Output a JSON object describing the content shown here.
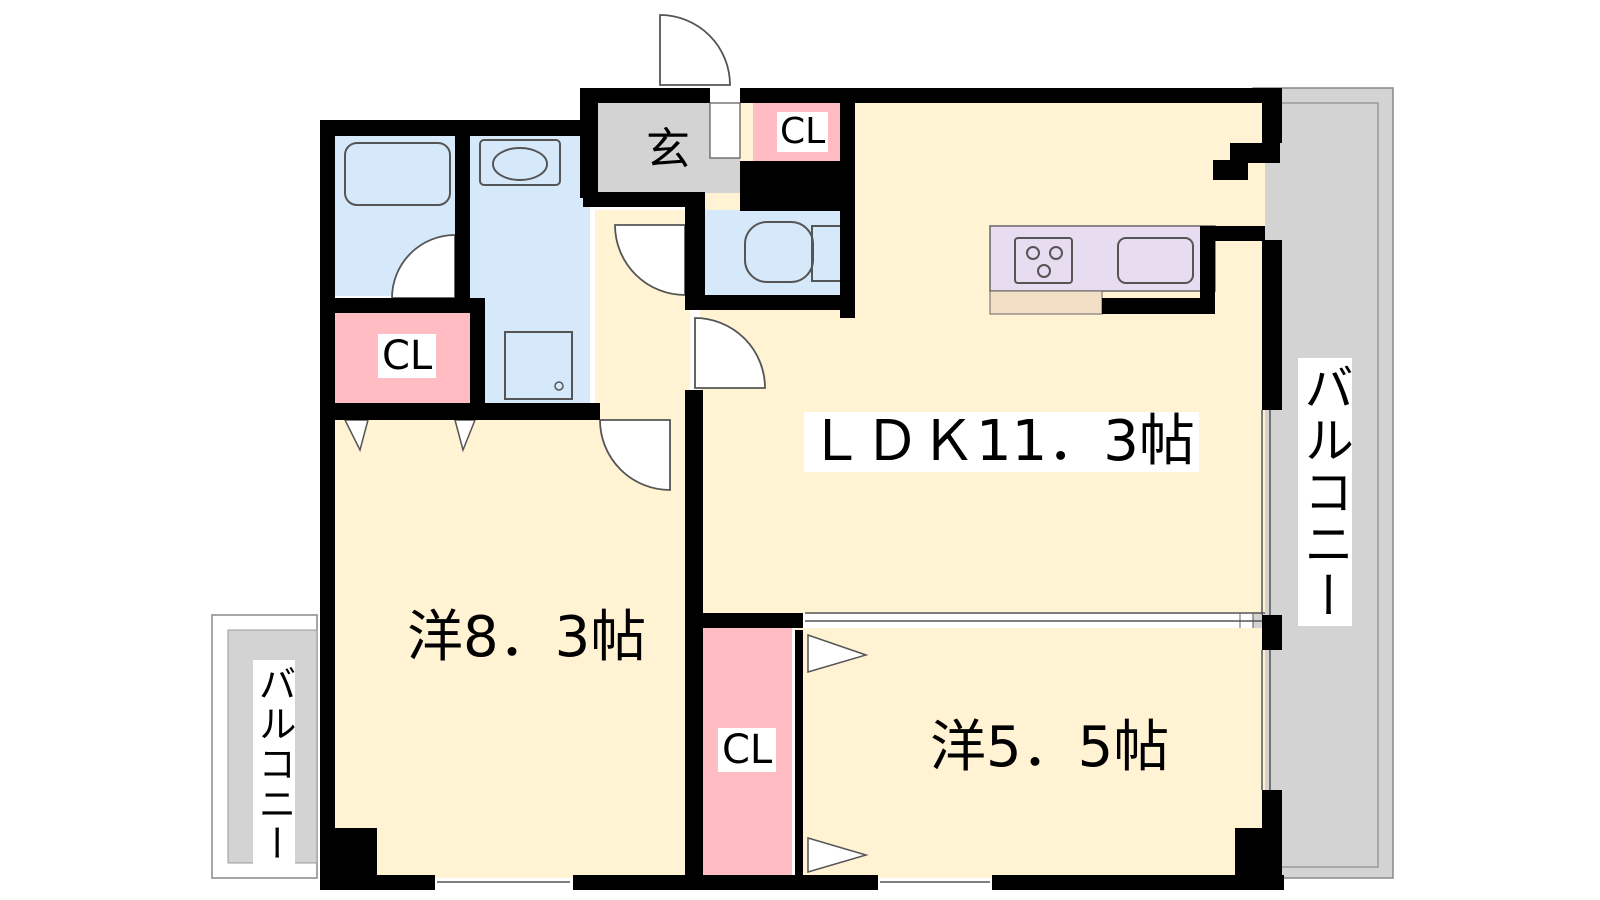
{
  "floorplan": {
    "rooms": {
      "ldk": {
        "label": "ＬＤＫ11．3帖"
      },
      "western_a": {
        "label": "洋8．3帖"
      },
      "western_b": {
        "label": "洋5．5帖"
      },
      "entrance": {
        "label": "玄"
      }
    },
    "closets": {
      "entrance_cl": {
        "label": "CL"
      },
      "west_cl": {
        "label": "CL"
      },
      "room_b_cl": {
        "label": "CL"
      }
    },
    "balconies": {
      "right": {
        "label": "バルコニー"
      },
      "left": {
        "label": "バルコニー"
      }
    },
    "colors": {
      "wall": "#000000",
      "room_floor": "#fff3d4",
      "closet": "#ffbdc3",
      "wet_area": "#d6e9fb",
      "kitchen": "#e8dcf0",
      "entrance": "#d3d3d3",
      "balcony": "#d3d3d3"
    }
  }
}
